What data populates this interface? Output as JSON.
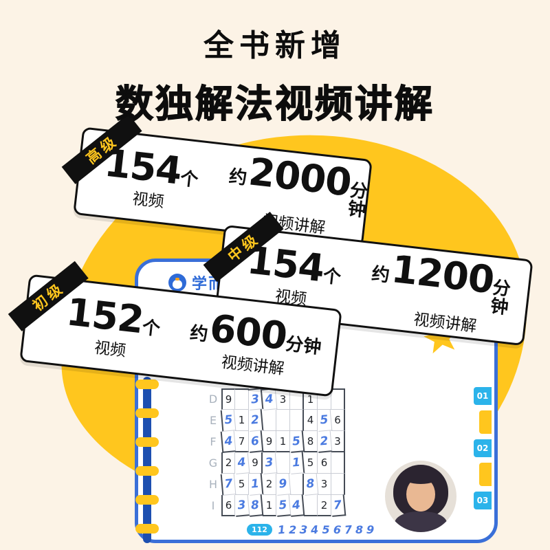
{
  "title": {
    "line1": "全书新增",
    "line2": "数独解法视频讲解"
  },
  "cards": [
    {
      "level": "高级",
      "count": "154",
      "count_unit": "个",
      "count_label": "视频",
      "approx": "约",
      "minutes": "2000",
      "minutes_unit": "分钟",
      "minutes_label": "视频讲解"
    },
    {
      "level": "中级",
      "count": "154",
      "count_unit": "个",
      "count_label": "视频",
      "approx": "约",
      "minutes": "1200",
      "minutes_unit": "分钟",
      "minutes_label": "视频讲解"
    },
    {
      "level": "初级",
      "count": "152",
      "count_unit": "个",
      "count_label": "视频",
      "approx": "约",
      "minutes": "600",
      "minutes_unit": "分钟",
      "minutes_label": "视频讲解"
    }
  ],
  "tablet": {
    "brand": "学而思",
    "bookmarks": [
      "01",
      "02",
      "03"
    ],
    "sudoku": {
      "row_labels": [
        "D",
        "E",
        "F",
        "G",
        "H",
        "I"
      ],
      "rows": [
        [
          {
            "v": "9",
            "s": "print"
          },
          {},
          {
            "v": "3",
            "s": "hand"
          },
          {
            "v": "4",
            "s": "hand"
          },
          {
            "v": "3",
            "s": "print"
          },
          {},
          {
            "v": "1",
            "s": "print"
          },
          {},
          {}
        ],
        [
          {
            "v": "5",
            "s": "hand"
          },
          {
            "v": "1",
            "s": "print"
          },
          {
            "v": "2",
            "s": "hand"
          },
          {},
          {},
          {},
          {
            "v": "4",
            "s": "print"
          },
          {
            "v": "5",
            "s": "hand"
          },
          {
            "v": "6",
            "s": "print"
          }
        ],
        [
          {
            "v": "4",
            "s": "hand"
          },
          {
            "v": "7",
            "s": "print"
          },
          {
            "v": "6",
            "s": "hand"
          },
          {
            "v": "9",
            "s": "print"
          },
          {
            "v": "1",
            "s": "print"
          },
          {
            "v": "5",
            "s": "hand"
          },
          {
            "v": "8",
            "s": "print"
          },
          {
            "v": "2",
            "s": "hand"
          },
          {
            "v": "3",
            "s": "print"
          }
        ],
        [
          {
            "v": "2",
            "s": "print"
          },
          {
            "v": "4",
            "s": "hand"
          },
          {
            "v": "9",
            "s": "print"
          },
          {
            "v": "3",
            "s": "hand"
          },
          {},
          {
            "v": "1",
            "s": "hand"
          },
          {
            "v": "5",
            "s": "print"
          },
          {
            "v": "6",
            "s": "print"
          },
          {}
        ],
        [
          {
            "v": "7",
            "s": "hand"
          },
          {
            "v": "5",
            "s": "print"
          },
          {
            "v": "1",
            "s": "hand"
          },
          {
            "v": "2",
            "s": "print"
          },
          {
            "v": "9",
            "s": "hand"
          },
          {},
          {
            "v": "8",
            "s": "hand"
          },
          {
            "v": "3",
            "s": "print"
          },
          {}
        ],
        [
          {
            "v": "6",
            "s": "print"
          },
          {
            "v": "3",
            "s": "hand"
          },
          {
            "v": "8",
            "s": "hand"
          },
          {
            "v": "1",
            "s": "print"
          },
          {
            "v": "5",
            "s": "hand"
          },
          {
            "v": "4",
            "s": "hand"
          },
          {},
          {
            "v": "2",
            "s": "print"
          },
          {
            "v": "7",
            "s": "hand"
          }
        ]
      ]
    },
    "answer_strip": {
      "badge": "112",
      "digits": [
        "1",
        "2",
        "3",
        "4",
        "5",
        "6",
        "7",
        "8",
        "9"
      ]
    }
  },
  "colors": {
    "yellow": "#ffc61e",
    "blue": "#3a6fd8",
    "cyan": "#2bb3ea",
    "black": "#101010",
    "cream": "#fcf3e6"
  }
}
